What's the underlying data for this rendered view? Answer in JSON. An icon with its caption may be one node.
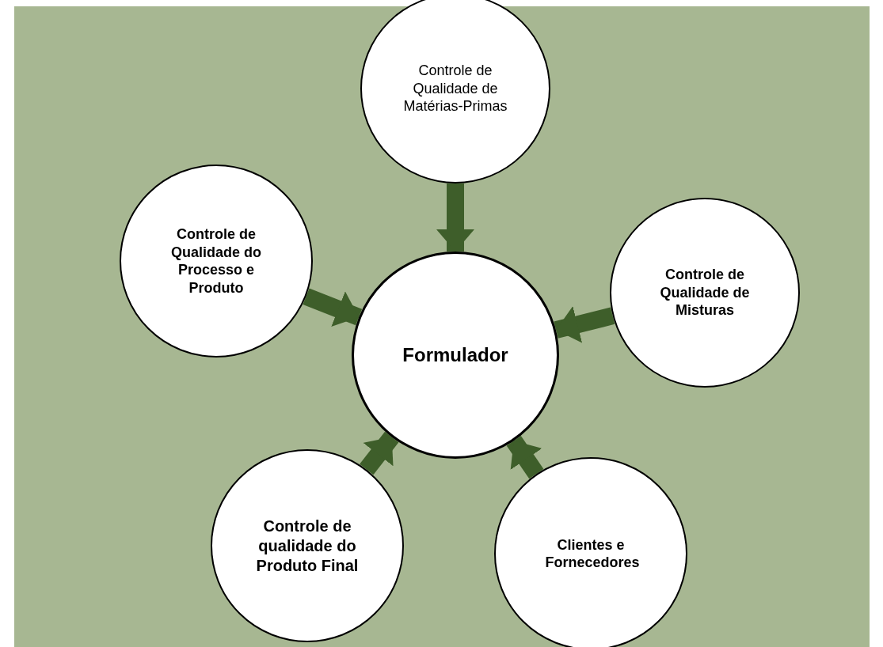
{
  "diagram": {
    "nodes": [
      {
        "text": [
          "Controle de Qualidade de Matérias-Primas"
        ]
      },
      {
        "text": [
          "Controle de Qualidade do Processo e Produto"
        ]
      },
      {
        "text": [
          "Formulador"
        ]
      },
      {
        "text": [
          "Controle de Qualidade de Misturas"
        ]
      },
      {
        "text": [
          "Controle de qualidade do Produto Final"
        ]
      },
      {
        "text": [
          "Clientes e Fornecedores"
        ]
      }
    ],
    "edges": [
      {
        "from": 0,
        "to": 2,
        "arrow": "to"
      },
      {
        "from": 3,
        "to": 2,
        "arrow": "to"
      },
      {
        "from": 1,
        "to": 2,
        "arrow": "to"
      },
      {
        "from": 4,
        "to": 2,
        "arrow": "to"
      },
      {
        "from": 5,
        "to": 2,
        "arrow": "to"
      }
    ]
  }
}
